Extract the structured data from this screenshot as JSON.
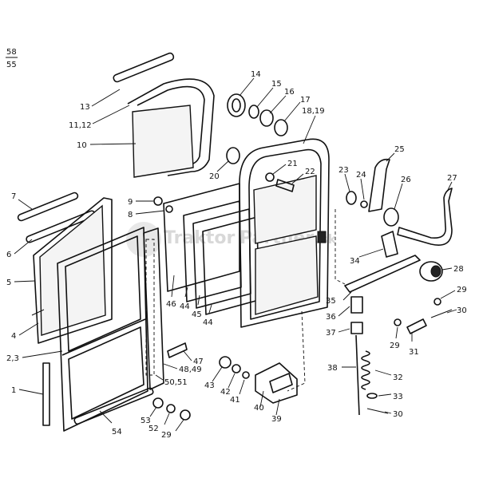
{
  "page_ref": {
    "top": "58",
    "bottom": "55"
  },
  "watermark": {
    "text_a": "Traktor",
    "text_b": "Partner",
    "text_c": ".sk",
    "color": "#d8d8d8"
  },
  "callouts": {
    "c1": "1",
    "c23": "2,3",
    "c4": "4",
    "c5": "5",
    "c6": "6",
    "c7": "7",
    "c8": "8",
    "c9": "9",
    "c10": "10",
    "c1112": "11,12",
    "c13": "13",
    "c14": "14",
    "c15": "15",
    "c16": "16",
    "c17": "17",
    "c1819": "18,19",
    "c20": "20",
    "c21": "21",
    "c22": "22",
    "c23b": "23",
    "c24": "24",
    "c25": "25",
    "c26": "26",
    "c27": "27",
    "c28": "28",
    "c29a": "29",
    "c29b": "29",
    "c29c": "29",
    "c30a": "30",
    "c30b": "30",
    "c31": "31",
    "c32": "32",
    "c33": "33",
    "c34": "34",
    "c35": "35",
    "c36": "36",
    "c37": "37",
    "c38": "38",
    "c39": "39",
    "c40": "40",
    "c41": "41",
    "c42": "42",
    "c43": "43",
    "c44a": "44",
    "c44b": "44",
    "c45": "45",
    "c46": "46",
    "c47": "47",
    "c4849": "48,49",
    "c5051": "50,51",
    "c52": "52",
    "c53": "53",
    "c54": "54"
  }
}
